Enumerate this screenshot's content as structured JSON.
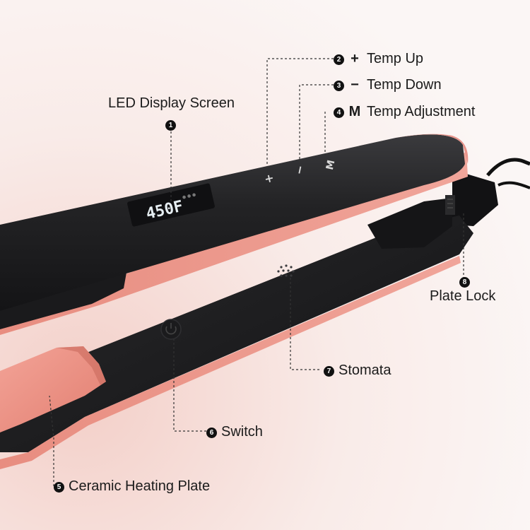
{
  "image": {
    "subject": "hair-straightener",
    "colors": {
      "background_light": "#fbf4f2",
      "background_pink": "#f6dcd6",
      "body_black": "#1f1f21",
      "accent_pink": "#e9958a",
      "plate_pink": "#eb8d80"
    }
  },
  "callouts": {
    "led": {
      "label": "LED Display Screen",
      "number": "1"
    },
    "temp_up": {
      "label": "Temp Up",
      "symbol": "+",
      "number": "2"
    },
    "temp_down": {
      "label": "Temp Down",
      "symbol": "−",
      "number": "3"
    },
    "temp_adjust": {
      "label": "Temp Adjustment",
      "symbol": "M",
      "number": "4"
    },
    "ceramic_plate": {
      "label": "Ceramic Heating Plate",
      "number": "5"
    },
    "switch": {
      "label": "Switch",
      "number": "6"
    },
    "stomata": {
      "label": "Stomata",
      "number": "7"
    },
    "plate_lock": {
      "label": "Plate Lock",
      "number": "8"
    }
  },
  "device": {
    "display_reading": "450F",
    "display_unit_icon": "thermometer-icon",
    "button_symbols": [
      "+",
      "−",
      "M"
    ]
  }
}
